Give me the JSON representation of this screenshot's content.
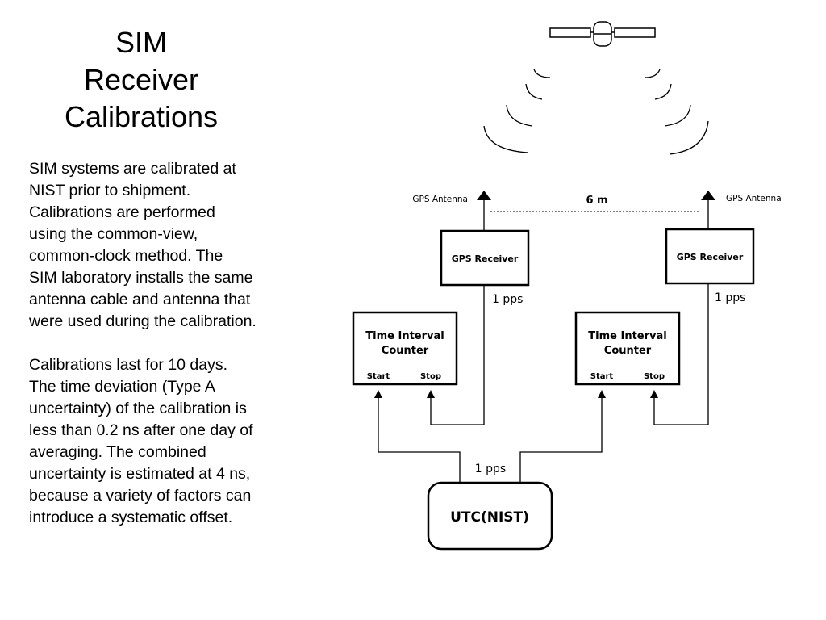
{
  "title": {
    "lines": [
      "SIM",
      "Receiver",
      "Calibrations"
    ]
  },
  "body": {
    "paragraph1": [
      "SIM systems are calibrated at",
      "NIST prior to shipment.",
      "Calibrations are performed",
      "using the common-view,",
      "common-clock method.  The",
      "SIM laboratory installs the same",
      "antenna cable and antenna that",
      "were used during the calibration."
    ],
    "paragraph2": [
      "Calibrations last for 10 days.",
      "The time deviation (Type A",
      "uncertainty) of the calibration is",
      "less than 0.2 ns after one day of",
      "averaging. The  combined",
      "uncertainty is estimated at 4 ns,",
      "because a variety of factors can",
      "introduce a systematic offset."
    ]
  },
  "diagram": {
    "antenna_left_label": "GPS Antenna",
    "antenna_right_label": "GPS Antenna",
    "baseline_label": "6 m",
    "receiver_left_label": "GPS Receiver",
    "receiver_right_label": "GPS Receiver",
    "pps_left_label": "1 pps",
    "pps_right_label": "1 pps",
    "counter_left": {
      "line1": "Time Interval",
      "line2": "Counter",
      "start": "Start",
      "stop": "Stop"
    },
    "counter_right": {
      "line1": "Time Interval",
      "line2": "Counter",
      "start": "Start",
      "stop": "Stop"
    },
    "pps_bottom_label": "1 pps",
    "reference_label": "UTC(NIST)",
    "icons": [
      "satellite-icon",
      "signal-waves-icon",
      "antenna-icon"
    ]
  }
}
